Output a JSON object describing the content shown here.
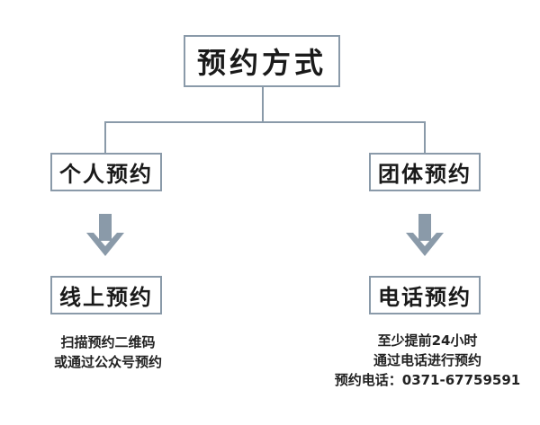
{
  "diagram": {
    "root": {
      "label": "预约方式"
    },
    "branches": [
      {
        "category": "个人预约",
        "method": "线上预约",
        "details": [
          "扫描预约二维码",
          "或通过公众号预约"
        ]
      },
      {
        "category": "团体预约",
        "method": "电话预约",
        "details": [
          "至少提前24小时",
          "通过电话进行预约",
          "预约电话：0371-67759591"
        ]
      }
    ]
  },
  "colors": {
    "box_border": "#8a9aa9",
    "connector": "#8a9aa9",
    "arrow": "#8a9aa9",
    "text": "#1a1a1a",
    "background": "#ffffff"
  }
}
